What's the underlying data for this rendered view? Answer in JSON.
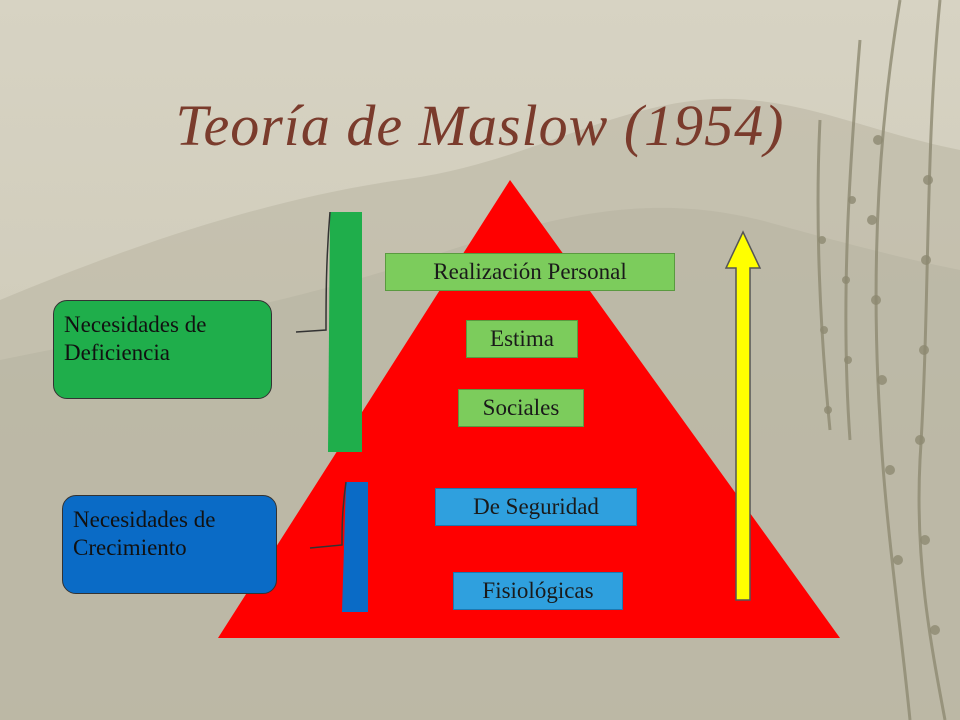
{
  "title": "Teoría de Maslow (1954)",
  "pyramid": {
    "levels": [
      {
        "label": "Realización Personal",
        "color": "#7ccc5c"
      },
      {
        "label": "Estima",
        "color": "#7ccc5c"
      },
      {
        "label": "Sociales",
        "color": "#7ccc5c"
      },
      {
        "label": "De Seguridad",
        "color": "#2fa0de"
      },
      {
        "label": "Fisiológicas",
        "color": "#2fa0de"
      }
    ],
    "fill": "#ff0000"
  },
  "side_labels": {
    "deficiencia": {
      "label": "Necesidades de Deficiencia",
      "color": "#1fae4b"
    },
    "crecimiento": {
      "label": "Necesidades de Crecimiento",
      "color": "#0a6bc6"
    }
  },
  "arrow": {
    "color": "#ffff00",
    "direction": "up"
  }
}
